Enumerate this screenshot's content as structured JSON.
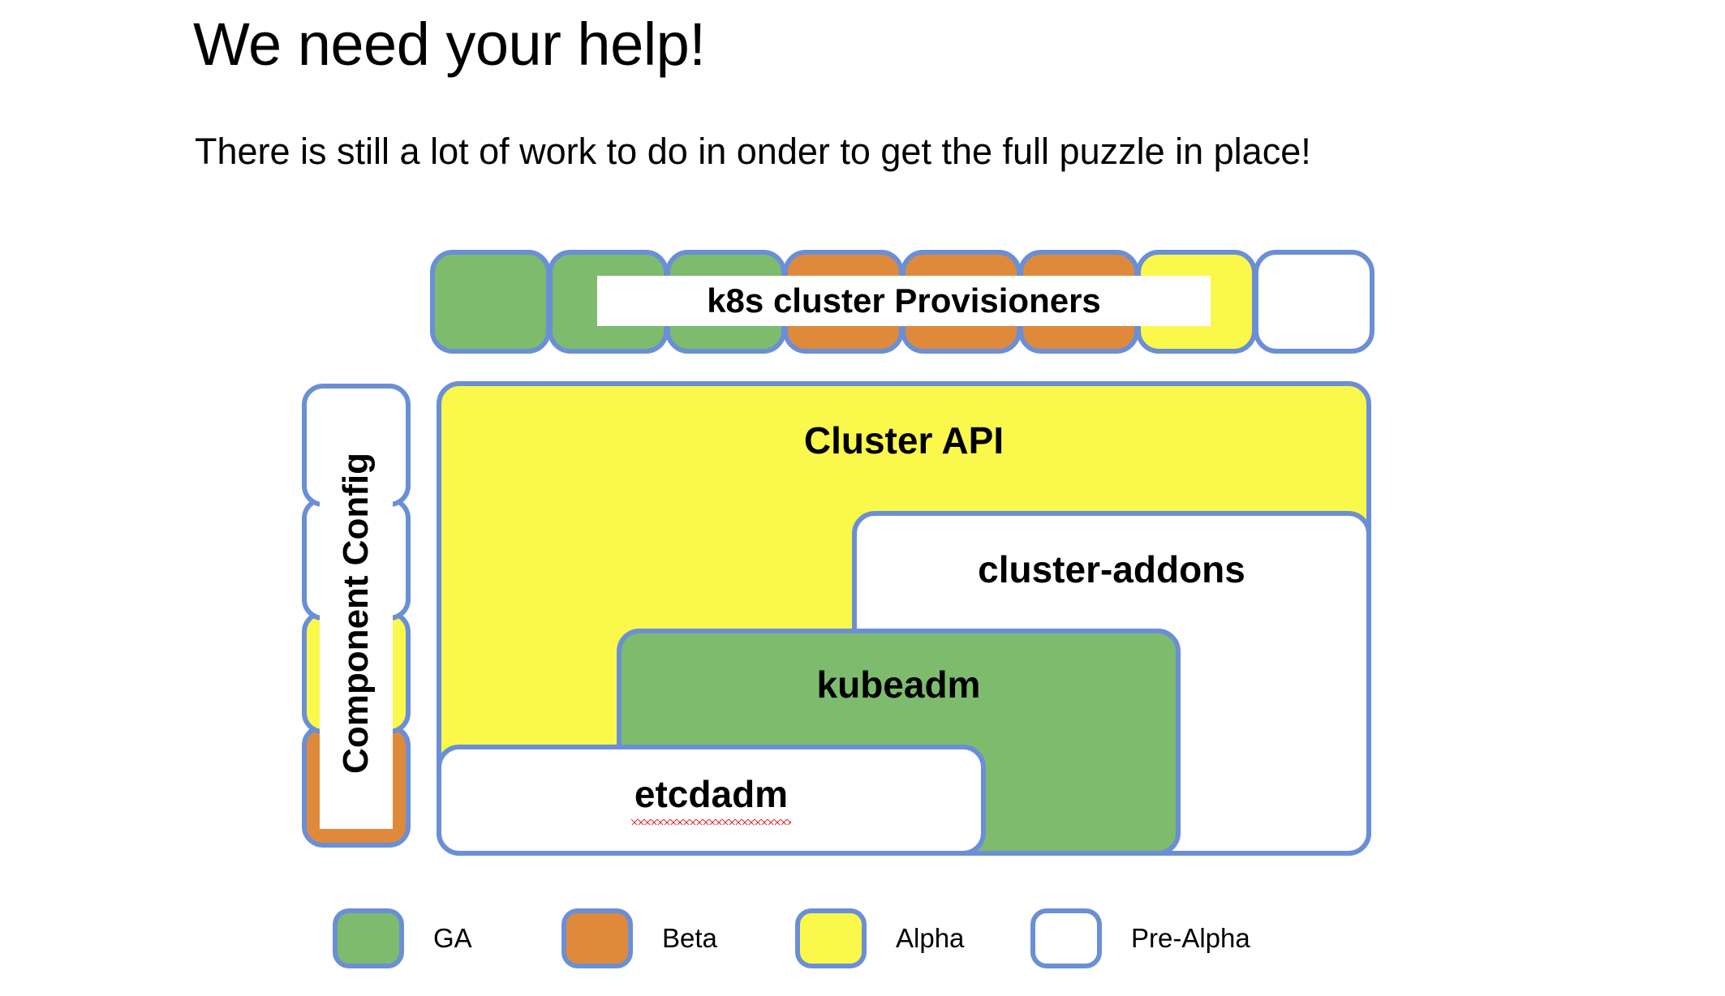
{
  "slide": {
    "title": "We need your help!",
    "subtitle": "There is still a lot of work to do in onder to get the full puzzle in place!"
  },
  "palette": {
    "ga": "#7dbc6c",
    "beta": "#df8a3b",
    "alpha": "#fbf84c",
    "prealpha": "#ffffff",
    "border": "#6b8fd6",
    "text": "#000000",
    "spellcheck": "#e03030"
  },
  "provisioners": {
    "label": "k8s cluster Provisioners",
    "boxes": [
      {
        "stage": "GA",
        "fill": "ga"
      },
      {
        "stage": "GA",
        "fill": "ga"
      },
      {
        "stage": "GA",
        "fill": "ga"
      },
      {
        "stage": "Beta",
        "fill": "beta"
      },
      {
        "stage": "Beta",
        "fill": "beta"
      },
      {
        "stage": "Beta",
        "fill": "beta"
      },
      {
        "stage": "Alpha",
        "fill": "alpha"
      },
      {
        "stage": "Pre-Alpha",
        "fill": "prealpha"
      }
    ]
  },
  "component_config": {
    "label": "Component Config",
    "boxes": [
      {
        "stage": "Pre-Alpha",
        "fill": "prealpha"
      },
      {
        "stage": "Pre-Alpha",
        "fill": "prealpha"
      },
      {
        "stage": "Alpha",
        "fill": "alpha"
      },
      {
        "stage": "Beta",
        "fill": "beta"
      }
    ]
  },
  "nested": {
    "cluster_api": {
      "label": "Cluster API",
      "stage": "Alpha"
    },
    "cluster_addons": {
      "label": "cluster-addons",
      "stage": "Pre-Alpha"
    },
    "kubeadm": {
      "label": "kubeadm",
      "stage": "GA"
    },
    "etcdadm": {
      "label": "etcdadm",
      "stage": "Pre-Alpha",
      "misspelled": true
    }
  },
  "legend": {
    "items": [
      {
        "label": "GA",
        "fill": "ga"
      },
      {
        "label": "Beta",
        "fill": "beta"
      },
      {
        "label": "Alpha",
        "fill": "alpha"
      },
      {
        "label": "Pre-Alpha",
        "fill": "prealpha"
      }
    ]
  }
}
